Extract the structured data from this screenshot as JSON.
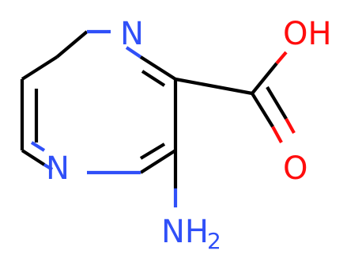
{
  "molecule": {
    "atoms": {
      "n1": "N",
      "n4": "N",
      "oh": "OH",
      "o": "O",
      "nh2_main": "NH",
      "nh2_sub": "2"
    },
    "colors": {
      "nitrogen": "#3050F8",
      "oxygen": "#FF0D0D",
      "carbon": "#000000"
    }
  }
}
